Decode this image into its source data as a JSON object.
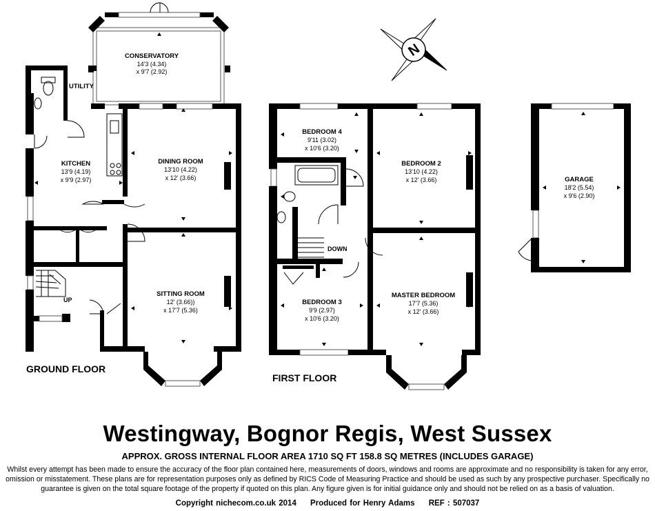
{
  "ground_floor": {
    "label": "GROUND FLOOR",
    "rooms": {
      "conservatory": {
        "name": "CONSERVATORY",
        "dim1": "14'3 (4.34)",
        "dim2": "x 9'7 (2.92)"
      },
      "utility": {
        "name": "UTILITY"
      },
      "kitchen": {
        "name": "KITCHEN",
        "dim1": "13'9 (4.19)",
        "dim2": "x 9'9 (2.97)"
      },
      "dining": {
        "name": "DINING ROOM",
        "dim1": "13'10 (4.22)",
        "dim2": "x 12' (3.66)"
      },
      "sitting": {
        "name": "SITTING ROOM",
        "dim1": "12' (3.66))",
        "dim2": "x 17'7 (5.36)"
      }
    },
    "stairs_label": "UP"
  },
  "first_floor": {
    "label": "FIRST FLOOR",
    "rooms": {
      "bedroom4": {
        "name": "BEDROOM 4",
        "dim1": "9'11 (3.02)",
        "dim2": "x 10'6 (3.20)"
      },
      "bedroom2": {
        "name": "BEDROOM 2",
        "dim1": "13'10 (4.22)",
        "dim2": "x 12' (3.66)"
      },
      "bedroom3": {
        "name": "BEDROOM 3",
        "dim1": "9'9 (2.97)",
        "dim2": "x 10'6 (3.20)"
      },
      "master": {
        "name": "MASTER BEDROOM",
        "dim1": "17'7 (5.36)",
        "dim2": "x 12' (3.66)"
      }
    },
    "stairs_label": "DOWN"
  },
  "garage": {
    "name": "GARAGE",
    "dim1": "18'2 (5.54)",
    "dim2": "x 9'6 (2.90)"
  },
  "compass": {
    "letter": "N",
    "icon": "north-compass-icon"
  },
  "footer": {
    "title": "Westingway, Bognor Regis, West Sussex",
    "area": "APPROX. GROSS INTERNAL FLOOR AREA 1710 SQ FT 158.8 SQ METRES (INCLUDES GARAGE)",
    "disclaimer": "Whilst every attempt has been made to ensure the accuracy of the floor plan contained here, measurements of doors, windows and rooms are approximate and no responsibility is taken for any error, omission or misstatement. These plans are for representation purposes only as defined by RICS Code of Measuring Practice and should be used as such by any prospective purchaser. Specifically no guarantee is given on the total square footage of the property if quoted on this plan. Any figure given is for initial guidance only and should not be relied on as a basis of valuation.",
    "copyright": "Copyright nichecom.co.uk 2014",
    "produced": "Produced for Henry Adams",
    "ref": "REF : 507037"
  }
}
